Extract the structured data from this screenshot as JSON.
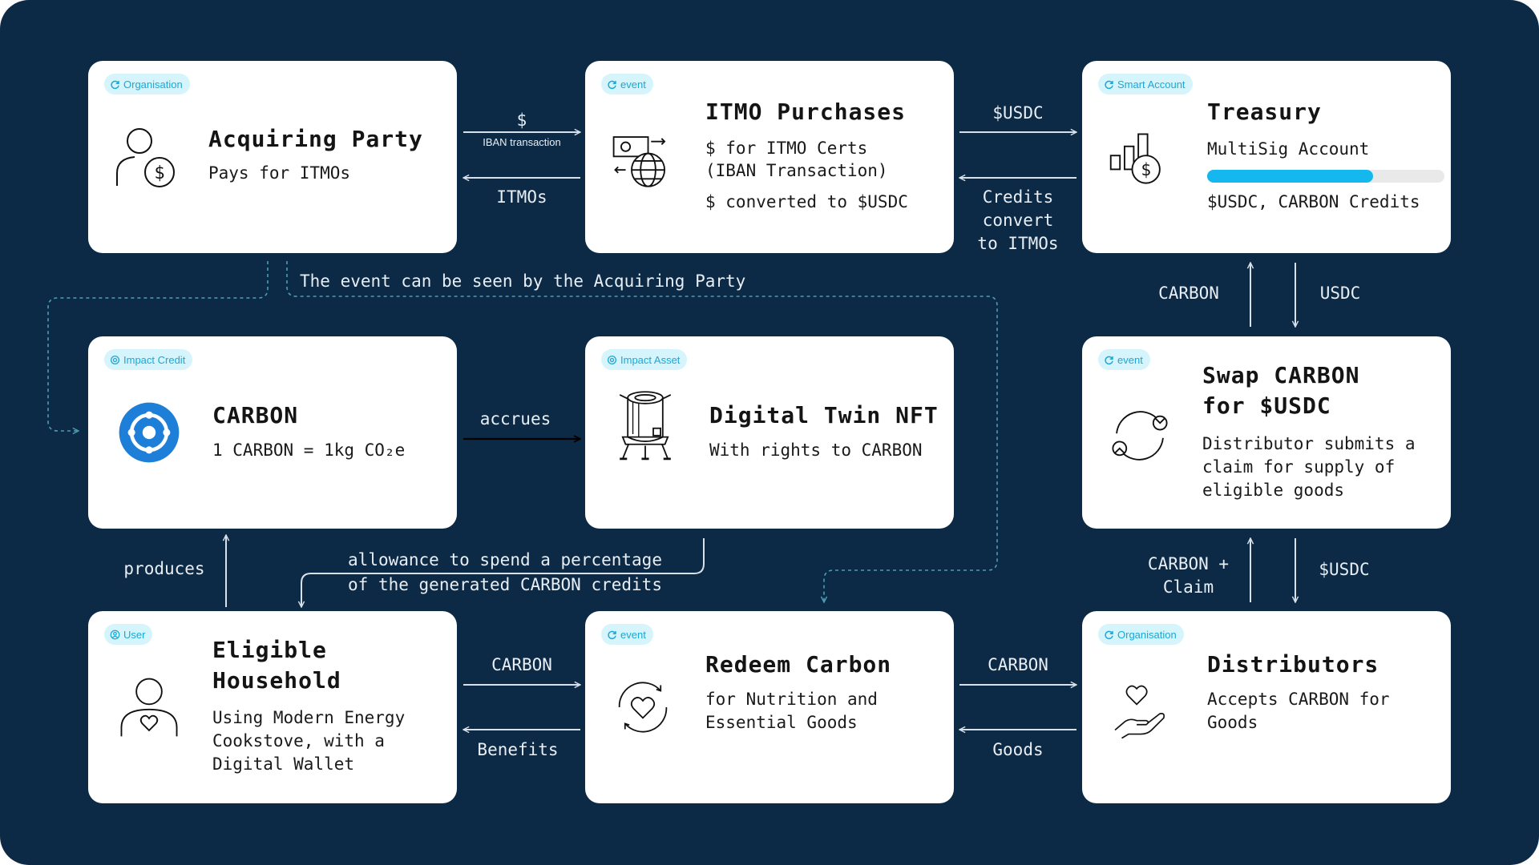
{
  "colors": {
    "background": "#0c2a45",
    "card": "#ffffff",
    "tag_bg": "#d5f4fb",
    "tag_text": "#1aa8d6",
    "accent": "#14b8ee",
    "carbon_blue": "#1d7fd8"
  },
  "nodes": {
    "acquiring_party": {
      "tag": "Organisation",
      "title": "Acquiring Party",
      "lines": [
        "Pays for ITMOs"
      ],
      "icon": "person-dollar-icon"
    },
    "itmo_purchases": {
      "tag": "event",
      "title": "ITMO Purchases",
      "lines": [
        "$ for ITMO Certs",
        "(IBAN Transaction)",
        "$ converted to $USDC"
      ],
      "icon": "banknote-globe-icon"
    },
    "treasury": {
      "tag": "Smart Account",
      "title": "Treasury",
      "lines": [
        "MultiSig Account",
        "$USDC, CARBON Credits"
      ],
      "progress": 0.7,
      "icon": "bar-chart-dollar-icon"
    },
    "carbon": {
      "tag": "Impact Credit",
      "title": "CARBON",
      "lines": [
        "1 CARBON = 1kg CO₂e"
      ],
      "icon": "carbon-token-icon"
    },
    "digital_twin": {
      "tag": "Impact Asset",
      "title": "Digital Twin NFT",
      "lines": [
        "With rights to CARBON"
      ],
      "icon": "cookstove-icon"
    },
    "swap": {
      "tag": "event",
      "title_lines": [
        "Swap CARBON",
        "for $USDC"
      ],
      "lines": [
        "Distributor submits a",
        "claim for supply of",
        "eligible goods"
      ],
      "icon": "swap-cycle-icon"
    },
    "household": {
      "tag": "User",
      "title_lines": [
        "Eligible",
        "Household"
      ],
      "lines": [
        "Using Modern Energy",
        "Cookstove, with a",
        "Digital Wallet"
      ],
      "icon": "person-heart-icon"
    },
    "redeem": {
      "tag": "event",
      "title": "Redeem Carbon",
      "lines": [
        "for Nutrition and",
        "Essential Goods"
      ],
      "icon": "heart-cycle-icon"
    },
    "distributors": {
      "tag": "Organisation",
      "title": "Distributors",
      "lines": [
        "Accepts CARBON for",
        "Goods"
      ],
      "icon": "hand-heart-icon"
    }
  },
  "edges": {
    "ap_to_itmo": {
      "label": "$",
      "sublabel": "IBAN transaction"
    },
    "itmo_to_ap": {
      "label": "ITMOs"
    },
    "itmo_to_treasury": {
      "label": "$USDC"
    },
    "treasury_to_itmo": {
      "label_lines": [
        "Credits",
        "convert",
        "to ITMOs"
      ]
    },
    "event_visible": {
      "label": "The event can be seen by the Acquiring Party"
    },
    "swap_to_treasury": {
      "label": "CARBON"
    },
    "treasury_to_swap": {
      "label": "USDC"
    },
    "carbon_to_twin": {
      "label": "accrues"
    },
    "household_to_carbon": {
      "label": "produces"
    },
    "allowance": {
      "label_lines": [
        "allowance to spend a percentage",
        "of the generated CARBON credits"
      ]
    },
    "distributors_to_swap": {
      "label_lines": [
        "CARBON +",
        "Claim"
      ]
    },
    "swap_to_distributors": {
      "label": "$USDC"
    },
    "household_to_redeem": {
      "label": "CARBON"
    },
    "redeem_to_household": {
      "label": "Benefits"
    },
    "redeem_to_distributors": {
      "label": "CARBON"
    },
    "distributors_to_redeem": {
      "label": "Goods"
    }
  }
}
